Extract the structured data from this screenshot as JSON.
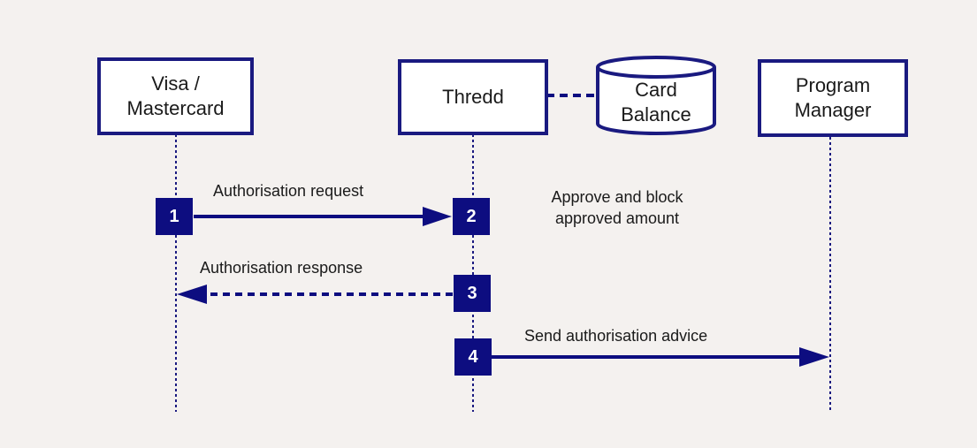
{
  "actors": {
    "visa": {
      "line1": "Visa /",
      "line2": "Mastercard"
    },
    "thredd": {
      "label": "Thredd"
    },
    "card_balance": {
      "line1": "Card",
      "line2": "Balance"
    },
    "program_manager": {
      "line1": "Program",
      "line2": "Manager"
    }
  },
  "steps": [
    {
      "number": "1"
    },
    {
      "number": "2"
    },
    {
      "number": "3"
    },
    {
      "number": "4"
    }
  ],
  "messages": {
    "auth_request": "Authorisation request",
    "approve_line1": "Approve and block",
    "approve_line2": "approved amount",
    "auth_response": "Authorisation response",
    "send_advice": "Send authorisation advice"
  },
  "colors": {
    "primary": "#0d0d80",
    "box_border": "#1a1a80",
    "background": "#f4f1ef"
  }
}
